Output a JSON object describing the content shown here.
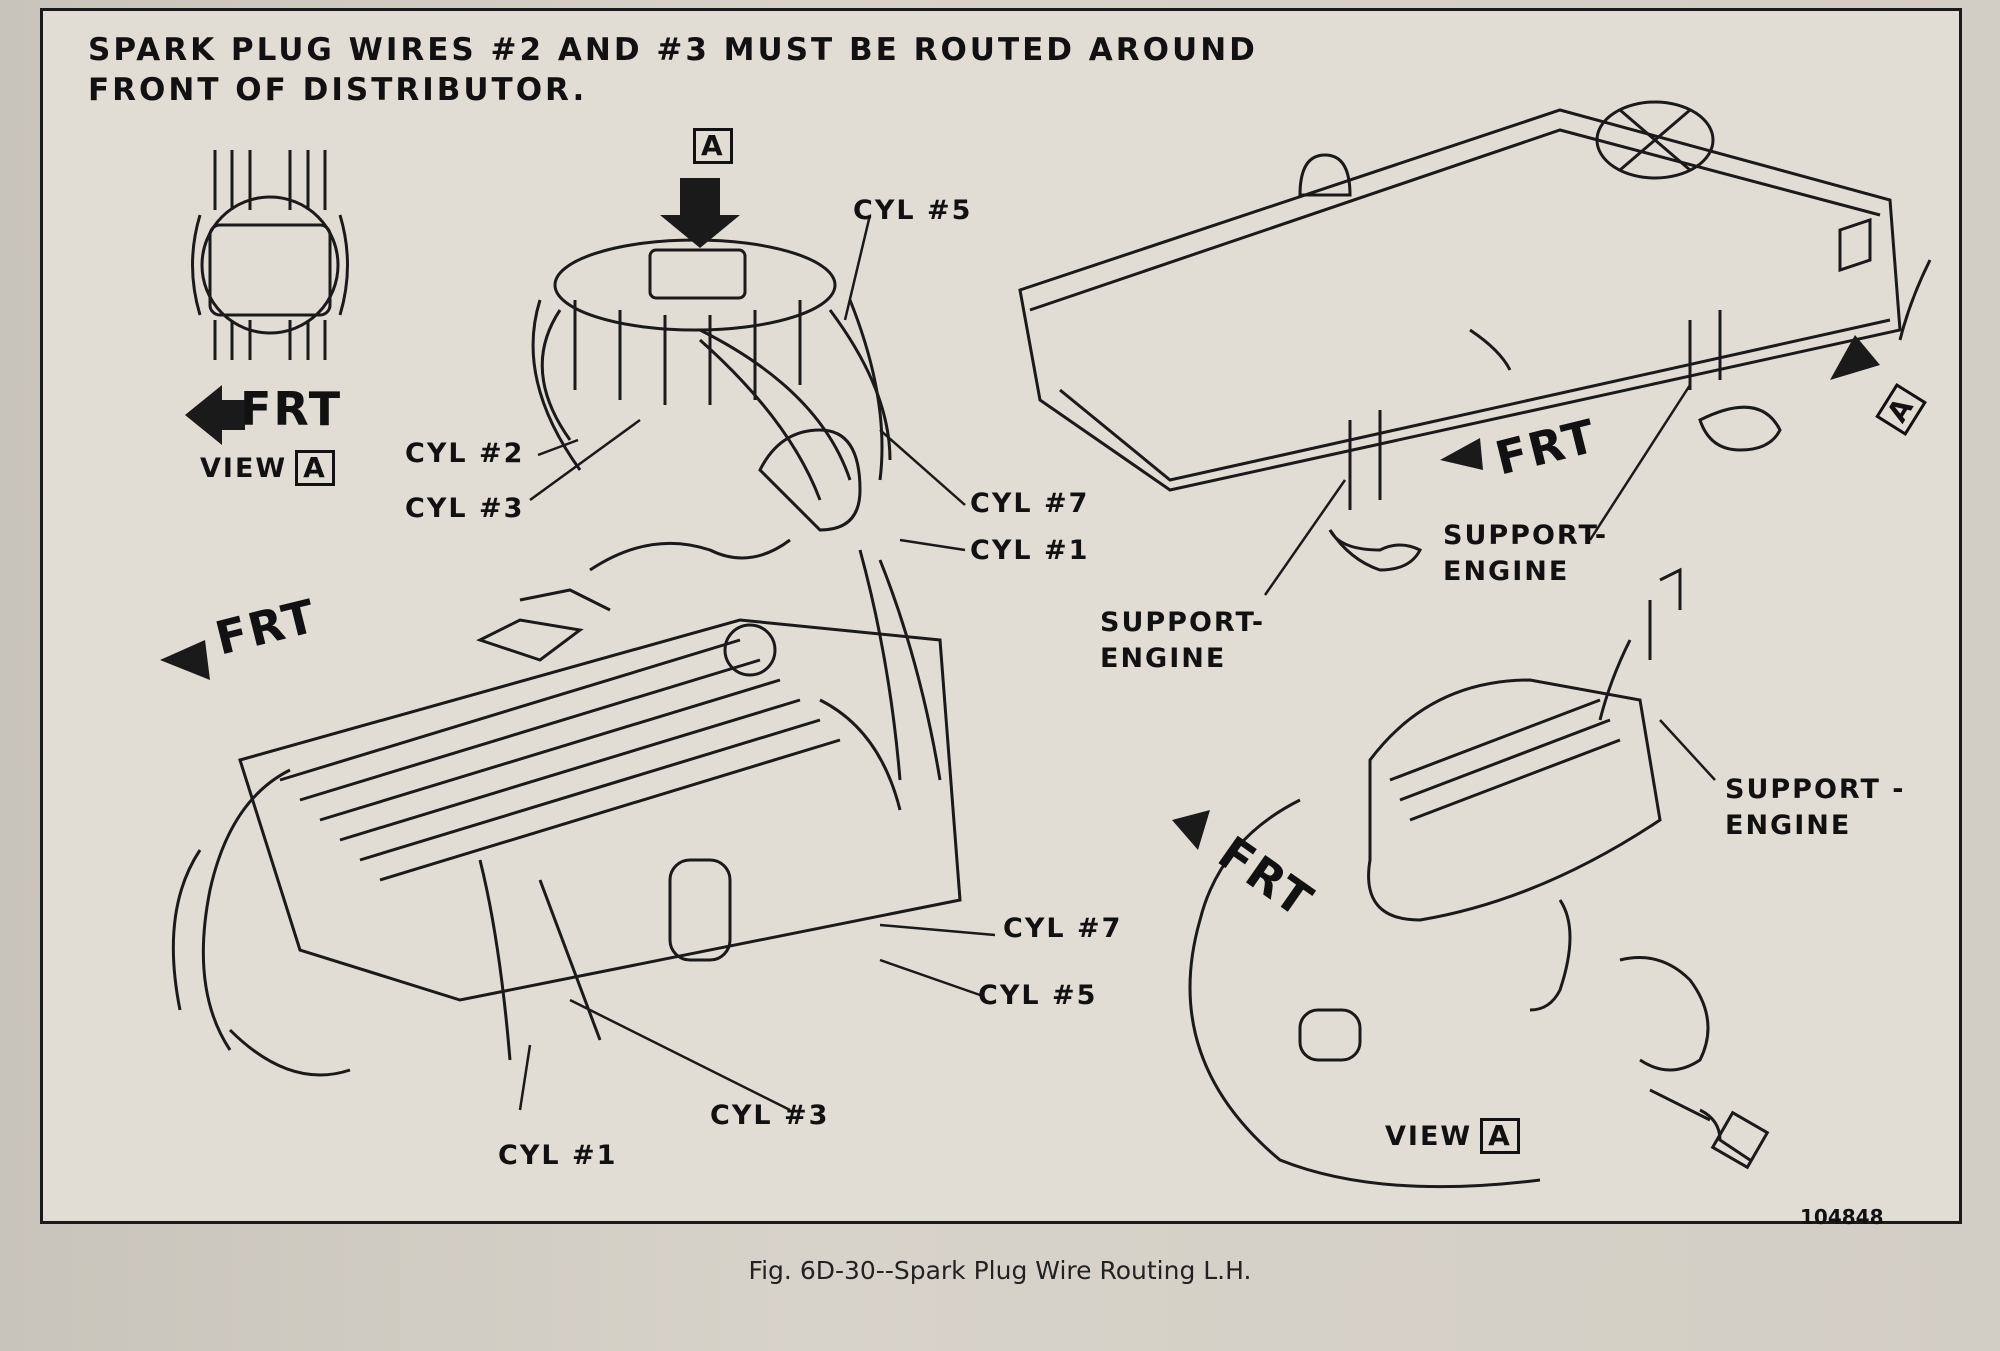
{
  "heading": "SPARK PLUG WIRES #2 AND #3 MUST BE ROUTED AROUND FRONT OF DISTRIBUTOR.",
  "view_a_callout": "A",
  "labels": {
    "frt": "FRT",
    "view": "VIEW",
    "view_box": "A",
    "cyl_5_top": "CYL #5",
    "cyl_2": "CYL #2",
    "cyl_3_top": "CYL #3",
    "cyl_7_top": "CYL #7",
    "cyl_1_top": "CYL #1",
    "cyl_7_bottom": "CYL #7",
    "cyl_5_bottom": "CYL #5",
    "cyl_3_bottom": "CYL #3",
    "cyl_1_bottom": "CYL #1",
    "support_1a": "SUPPORT-",
    "support_1b": "ENGINE",
    "support_2a": "SUPPORT-",
    "support_2b": "ENGINE",
    "support_3a": "SUPPORT -",
    "support_3b": "ENGINE",
    "box_a_right": "A"
  },
  "part_number": "104848",
  "caption": "Fig. 6D-30--Spark Plug Wire Routing L.H."
}
